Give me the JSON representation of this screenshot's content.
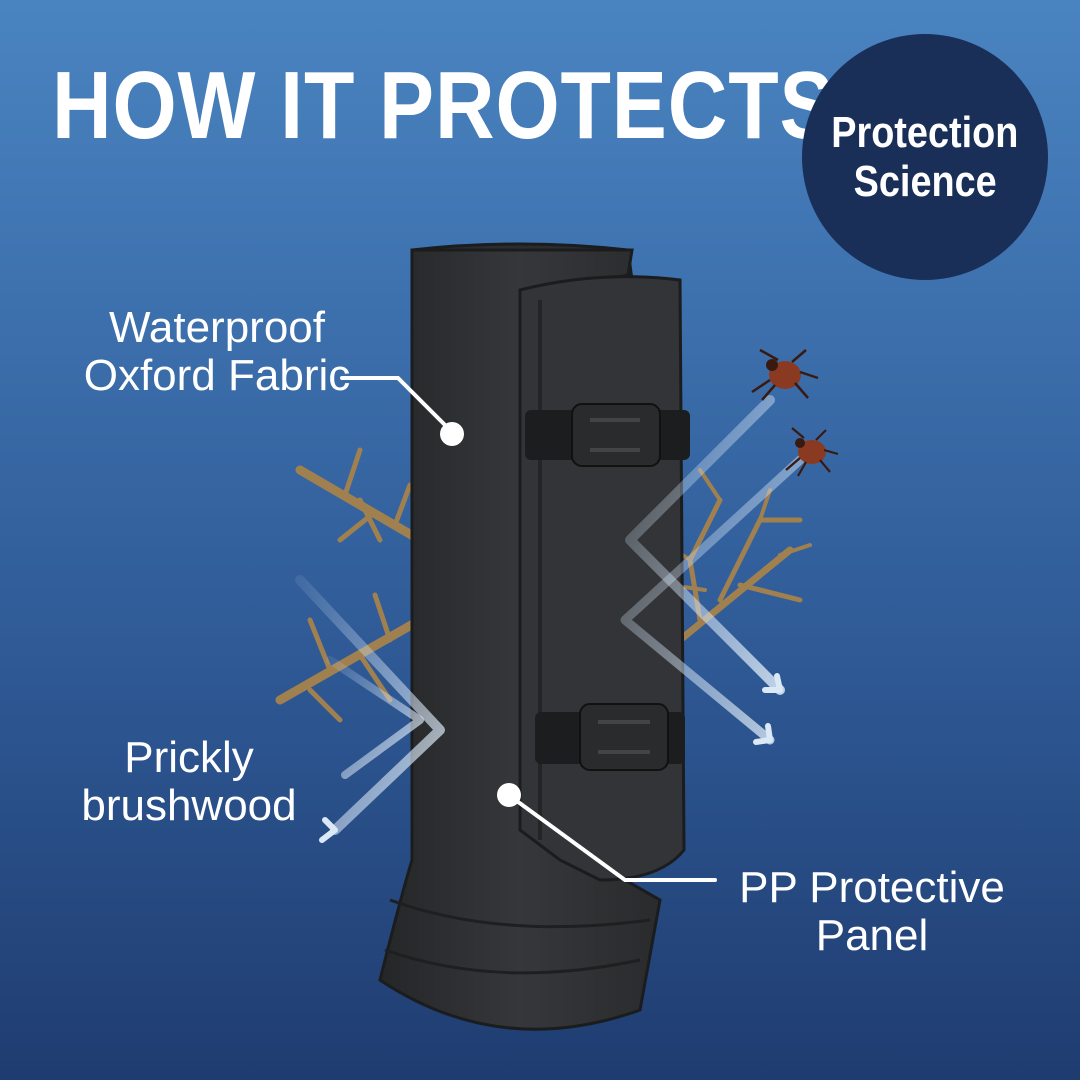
{
  "title": "HOW IT PROTECTS",
  "badge": {
    "line1": "Protection",
    "line2": "Science"
  },
  "callouts": {
    "fabric": {
      "line1": "Waterproof",
      "line2": "Oxford Fabric"
    },
    "brushwood": {
      "line1": "Prickly",
      "line2": "brushwood"
    },
    "panel": {
      "line1": "PP Protective",
      "line2": "Panel"
    }
  },
  "colors": {
    "background_top": "#4a84c0",
    "background_bottom": "#1f3c70",
    "badge": "#1a2f57",
    "gaiter": "#2e2f31",
    "branch": "#a0804f",
    "tick": "#8b3a22"
  }
}
